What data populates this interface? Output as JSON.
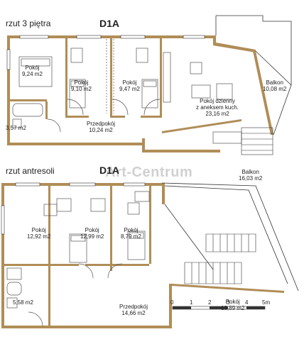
{
  "watermark": "Art-Centrum",
  "colors": {
    "wall": "#b08d57",
    "line": "#333333",
    "furniture": "#555555"
  },
  "top_plan": {
    "floor_label": "rzut 3 piętra",
    "unit_label": "D1A",
    "rooms": [
      {
        "name": "Pokój",
        "area": "9,24 m2"
      },
      {
        "name": "Pokój",
        "area": "9,10 m2"
      },
      {
        "name": "Pokój",
        "area": "9,47 m2"
      },
      {
        "name": "Pokój dzienny",
        "subname": "z aneksem kuch.",
        "area": "23,16 m2"
      },
      {
        "name": "Balkon",
        "area": "10,08 m2"
      },
      {
        "name": "Przedpokój",
        "area": "10,24 m2"
      },
      {
        "name": "",
        "area": "3,57 m2"
      }
    ]
  },
  "bottom_plan": {
    "floor_label": "rzut antresoli",
    "unit_label": "D1A",
    "rooms": [
      {
        "name": "Balkon",
        "area": "16,03 m2"
      },
      {
        "name": "Pokój",
        "area": "12,92 m2"
      },
      {
        "name": "Pokój",
        "area": "12,99 m2"
      },
      {
        "name": "Pokój",
        "area": "8,79 m2"
      },
      {
        "name": "",
        "area": "5,58 m2"
      },
      {
        "name": "Przedpokój",
        "area": "14,66 m2"
      },
      {
        "name": "Pokój",
        "area": "13,89 m2"
      }
    ],
    "scale_bar": {
      "ticks": [
        "0",
        "1",
        "2",
        "3",
        "4",
        "5m"
      ]
    }
  }
}
